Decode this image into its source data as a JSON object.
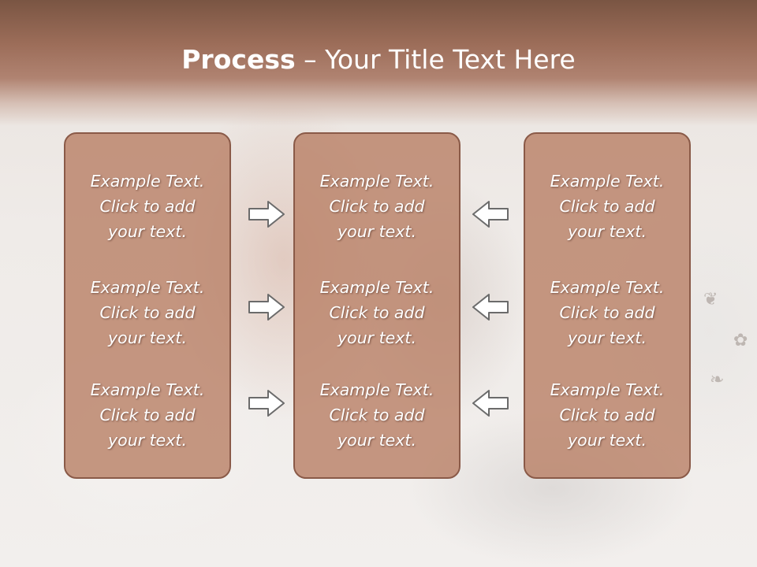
{
  "slide": {
    "title_bold": "Process",
    "title_rest": " – Your Title Text Here",
    "colors": {
      "band_top": "#7a5543",
      "box_fill": "#ba8168",
      "box_border": "#8a5a48",
      "arrow_fill": "#ffffff",
      "arrow_stroke": "#6b6b6b"
    },
    "columns": [
      {
        "items": [
          {
            "line1": "Example Text.",
            "line2": "Click  to add",
            "line3": "your text."
          },
          {
            "line1": "Example Text.",
            "line2": "Click  to add",
            "line3": "your text."
          },
          {
            "line1": "Example Text.",
            "line2": "Click  to add",
            "line3": "your text."
          }
        ]
      },
      {
        "items": [
          {
            "line1": "Example Text.",
            "line2": "Click  to add",
            "line3": "your text."
          },
          {
            "line1": "Example Text.",
            "line2": "Click  to add",
            "line3": "your text."
          },
          {
            "line1": "Example Text.",
            "line2": "Click  to add",
            "line3": "your text."
          }
        ]
      },
      {
        "items": [
          {
            "line1": "Example Text.",
            "line2": "Click  to add",
            "line3": "your text."
          },
          {
            "line1": "Example Text.",
            "line2": "Click  to add",
            "line3": "your text."
          },
          {
            "line1": "Example Text.",
            "line2": "Click  to add",
            "line3": "your text."
          }
        ]
      }
    ],
    "arrows": {
      "left_column": "arrow-right-icon",
      "right_column": "arrow-left-icon"
    }
  }
}
